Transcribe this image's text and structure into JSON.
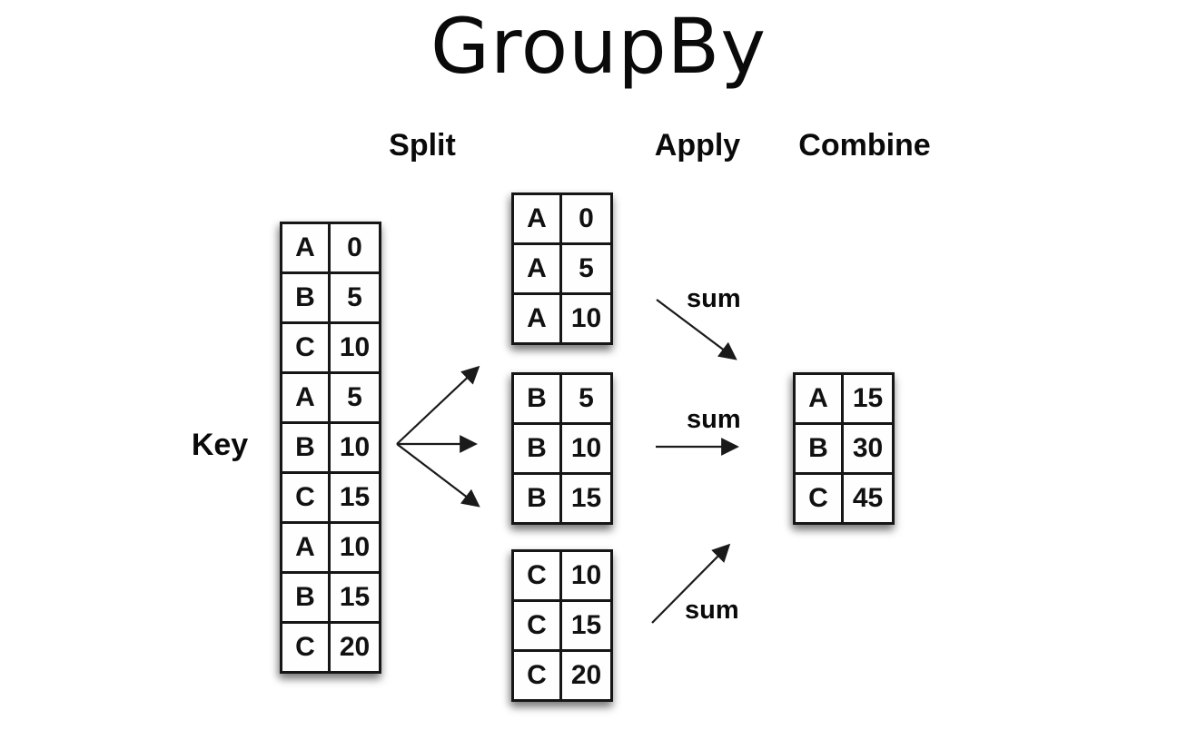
{
  "title": "GroupBy",
  "stages": {
    "split": "Split",
    "apply": "Apply",
    "combine": "Combine"
  },
  "key_label": "Key",
  "apply": {
    "operation": "sum"
  },
  "colors": {
    "ink": "#111111",
    "background": "#ffffff"
  },
  "tables": {
    "source": {
      "rows": [
        {
          "key": "A",
          "value": "0"
        },
        {
          "key": "B",
          "value": "5"
        },
        {
          "key": "C",
          "value": "10"
        },
        {
          "key": "A",
          "value": "5"
        },
        {
          "key": "B",
          "value": "10"
        },
        {
          "key": "C",
          "value": "15"
        },
        {
          "key": "A",
          "value": "10"
        },
        {
          "key": "B",
          "value": "15"
        },
        {
          "key": "C",
          "value": "20"
        }
      ]
    },
    "group_a": {
      "rows": [
        {
          "key": "A",
          "value": "0"
        },
        {
          "key": "A",
          "value": "5"
        },
        {
          "key": "A",
          "value": "10"
        }
      ]
    },
    "group_b": {
      "rows": [
        {
          "key": "B",
          "value": "5"
        },
        {
          "key": "B",
          "value": "10"
        },
        {
          "key": "B",
          "value": "15"
        }
      ]
    },
    "group_c": {
      "rows": [
        {
          "key": "C",
          "value": "10"
        },
        {
          "key": "C",
          "value": "15"
        },
        {
          "key": "C",
          "value": "20"
        }
      ]
    },
    "combined": {
      "rows": [
        {
          "key": "A",
          "value": "15"
        },
        {
          "key": "B",
          "value": "30"
        },
        {
          "key": "C",
          "value": "45"
        }
      ]
    }
  }
}
